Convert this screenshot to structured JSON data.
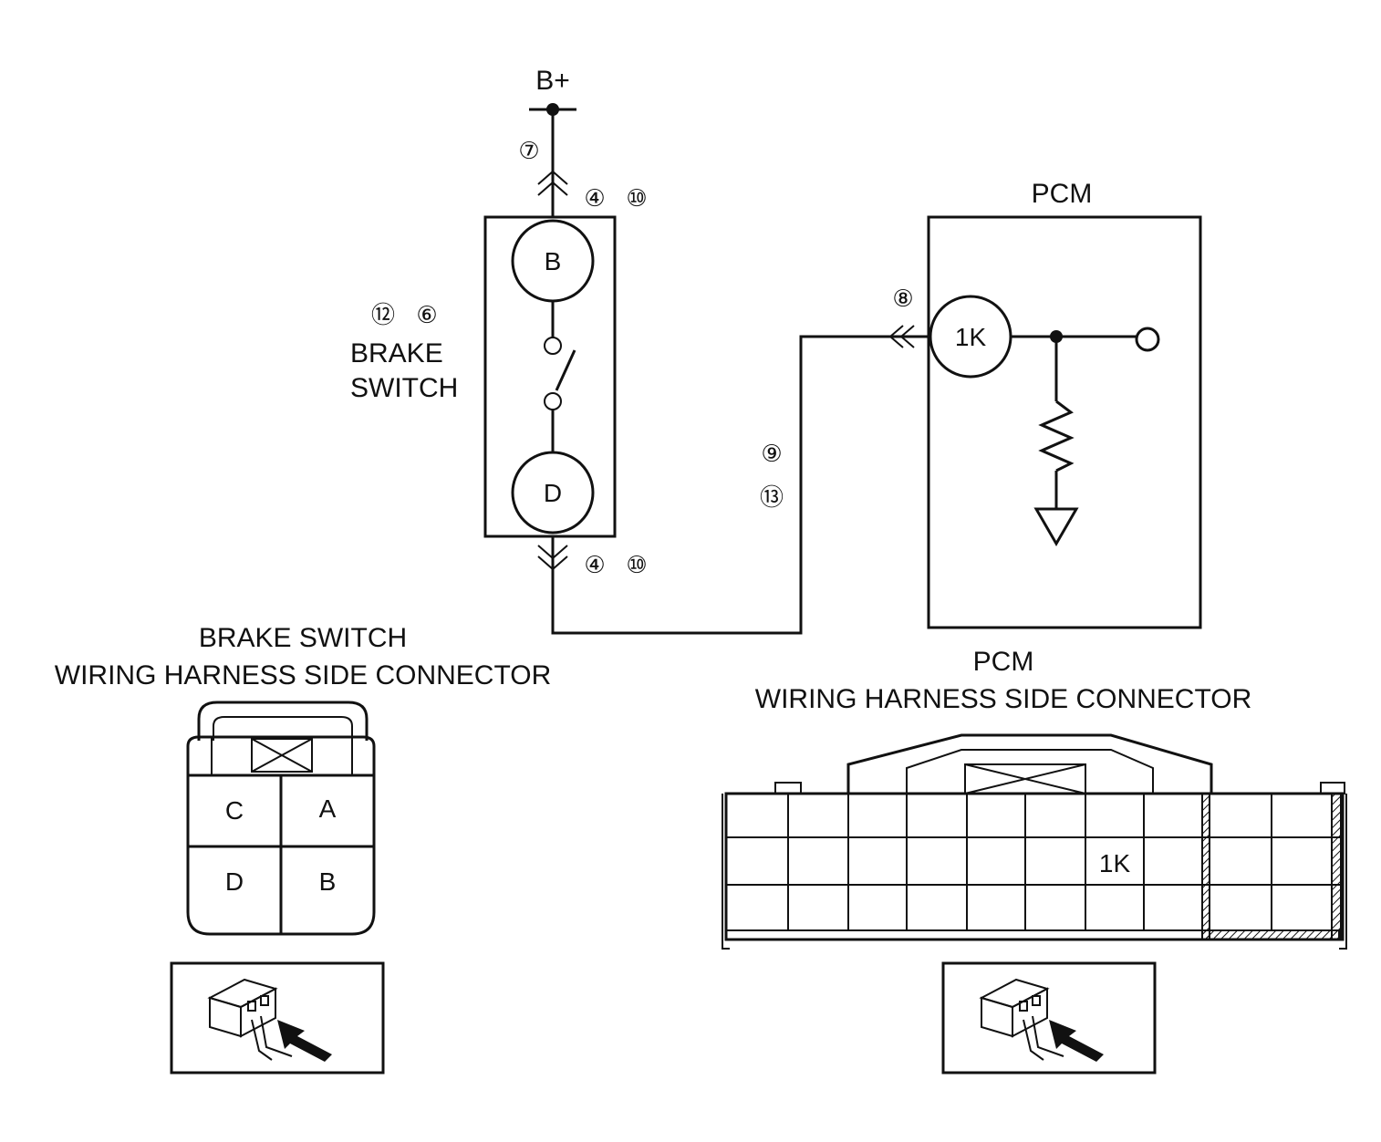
{
  "power": {
    "label": "B+"
  },
  "circuit_numbers": {
    "n7": "⑦",
    "n4a": "④",
    "n10a": "⑩",
    "n12": "⑫",
    "n6": "⑥",
    "n8": "⑧",
    "n9": "⑨",
    "n13": "⑬",
    "n4b": "④",
    "n10b": "⑩"
  },
  "brake_switch": {
    "label_line1": "BRAKE",
    "label_line2": "SWITCH",
    "terminal_top": "B",
    "terminal_bottom": "D"
  },
  "pcm": {
    "label": "PCM",
    "terminal": "1K"
  },
  "brake_connector": {
    "title_line1": "BRAKE SWITCH",
    "title_line2": "WIRING HARNESS SIDE CONNECTOR",
    "pins": [
      "C",
      "A",
      "D",
      "B"
    ]
  },
  "pcm_connector": {
    "title_line1": "PCM",
    "title_line2": "WIRING HARNESS SIDE CONNECTOR",
    "pin_label": "1K"
  },
  "colors": {
    "ink": "#111111",
    "background": "#ffffff"
  }
}
